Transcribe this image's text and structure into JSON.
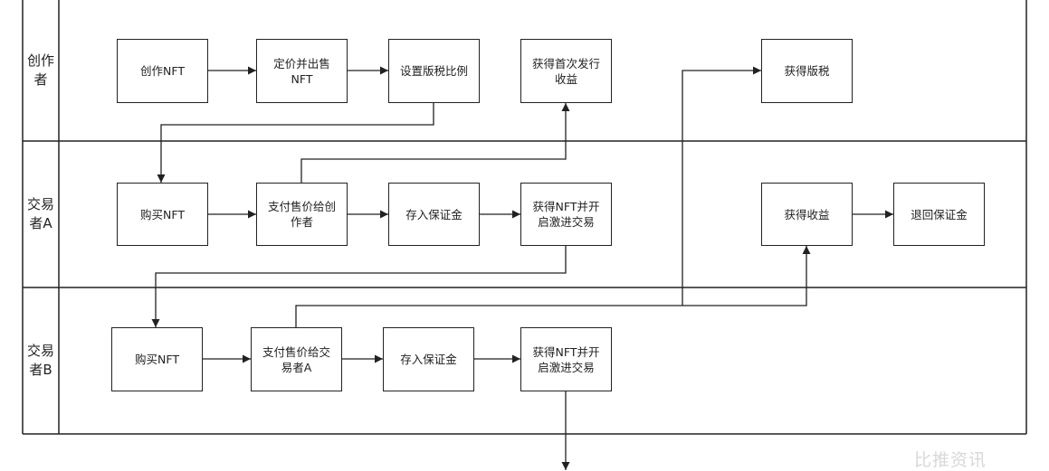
{
  "lanes": [
    {
      "id": "creator",
      "label": "创作\n者"
    },
    {
      "id": "traderA",
      "label": "交易\n者A"
    },
    {
      "id": "traderB",
      "label": "交易\n者B"
    }
  ],
  "nodes": {
    "create_nft": "创作NFT",
    "price_sell": "定价并出售\nNFT",
    "set_royalty": "设置版税比例",
    "first_income": "获得首次发行\n收益",
    "get_royalty": "获得版税",
    "a_buy": "购买NFT",
    "a_pay": "支付售价给创\n作者",
    "a_deposit": "存入保证金",
    "a_get_nft": "获得NFT并开\n启激进交易",
    "a_income": "获得收益",
    "a_refund": "退回保证金",
    "b_buy": "购买NFT",
    "b_pay": "支付售价给交\n易者A",
    "b_deposit": "存入保证金",
    "b_get_nft": "获得NFT并开\n启激进交易"
  },
  "edges": [
    [
      "create_nft",
      "price_sell"
    ],
    [
      "price_sell",
      "set_royalty"
    ],
    [
      "set_royalty",
      "a_buy"
    ],
    [
      "a_pay",
      "first_income"
    ],
    [
      "a_buy",
      "a_pay"
    ],
    [
      "a_pay",
      "a_deposit"
    ],
    [
      "a_deposit",
      "a_get_nft"
    ],
    [
      "a_income",
      "a_refund"
    ],
    [
      "a_get_nft",
      "b_buy"
    ],
    [
      "b_pay",
      "get_royalty"
    ],
    [
      "b_pay",
      "a_income"
    ],
    [
      "b_buy",
      "b_pay"
    ],
    [
      "b_pay",
      "b_deposit"
    ],
    [
      "b_deposit",
      "b_get_nft"
    ],
    [
      "b_get_nft",
      "next"
    ]
  ],
  "watermark": "比推资讯"
}
